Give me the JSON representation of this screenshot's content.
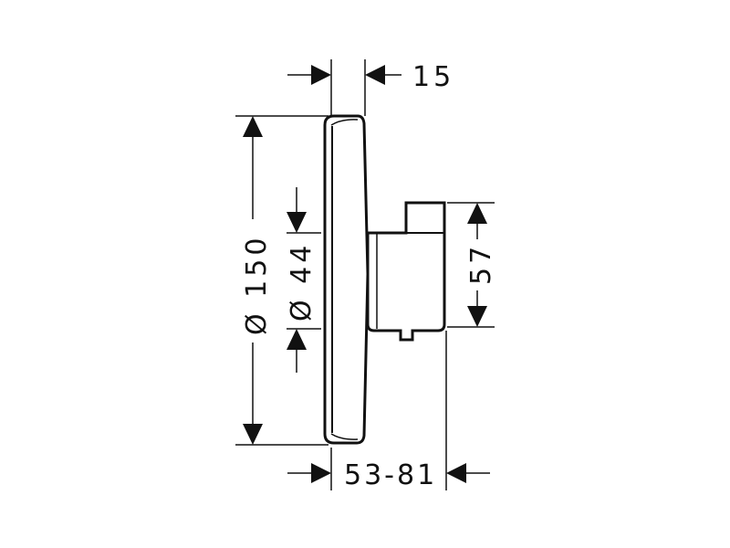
{
  "dimensions": {
    "cover_thickness": "15",
    "cover_diameter": "Ø 150",
    "inner_diameter": "Ø 44",
    "body_height": "57",
    "installation_depth": "53-81"
  }
}
